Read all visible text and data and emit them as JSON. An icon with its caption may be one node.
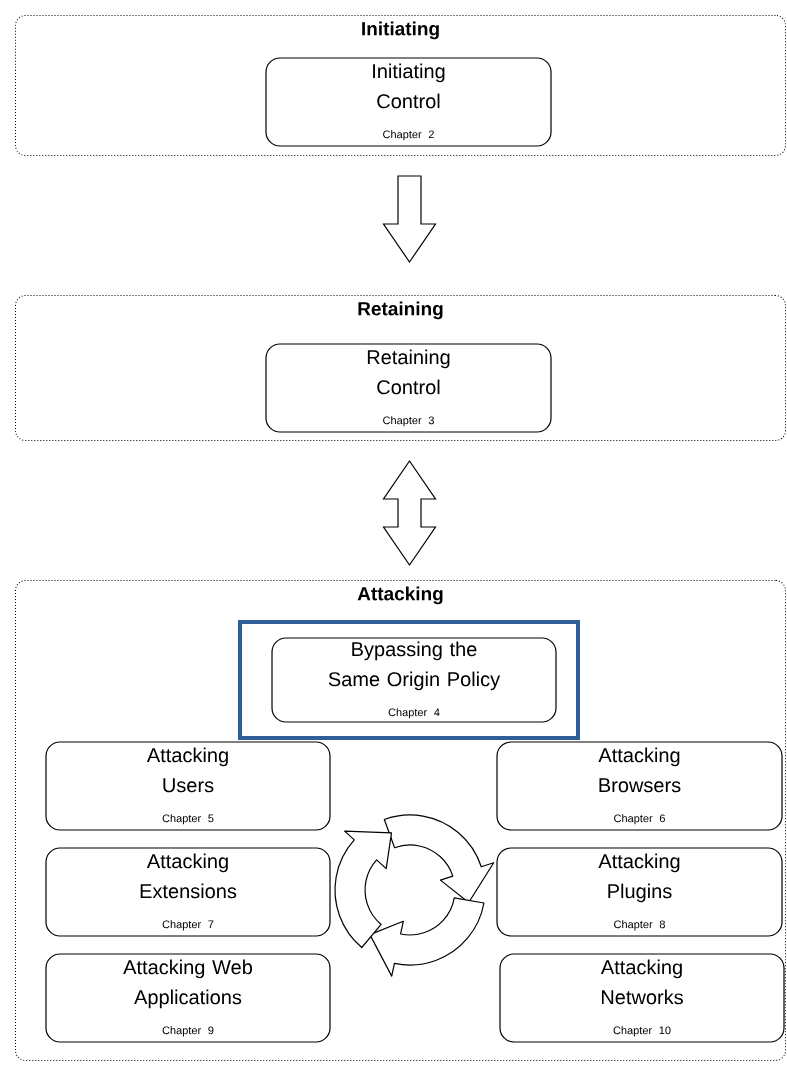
{
  "diagram": {
    "nodes": [
      {
        "text": [
          "Initiating"
        ]
      },
      {
        "text": [
          "Initiating Control",
          "Chapter 2"
        ],
        "in": 0
      },
      {
        "text": [
          "Retaining"
        ]
      },
      {
        "text": [
          "Retaining Control",
          "Chapter 3"
        ],
        "in": 2
      },
      {
        "text": [
          "Attacking"
        ]
      },
      {
        "text": [
          "Bypassing the Same Origin Policy",
          "Chapter 4"
        ],
        "in": 4
      },
      {
        "text": [
          "Attacking Users",
          "Chapter 5"
        ],
        "in": 4
      },
      {
        "text": [
          "Attacking Browsers",
          "Chapter 6"
        ],
        "in": 4
      },
      {
        "text": [
          "Attacking Extensions",
          "Chapter 7"
        ],
        "in": 4
      },
      {
        "text": [
          "Attacking Plugins",
          "Chapter 8"
        ],
        "in": 4
      },
      {
        "text": [
          "Attacking Web Applications",
          "Chapter 9"
        ],
        "in": 4
      },
      {
        "text": [
          "Attacking Networks",
          "Chapter 10"
        ],
        "in": 4
      }
    ],
    "edges": [
      {
        "from": 0,
        "to": 2,
        "arrow": "to"
      },
      {
        "from": 2,
        "to": 4,
        "arrow": "both"
      }
    ]
  }
}
